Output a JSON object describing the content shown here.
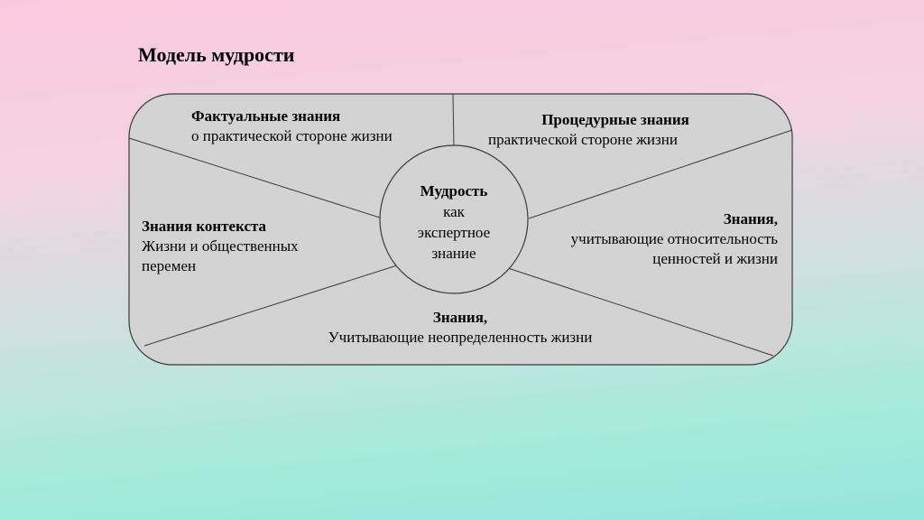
{
  "title": "Модель мудрости",
  "center": {
    "line1": "Мудрость",
    "line2": "как",
    "line3": "экспертное",
    "line4": "знание"
  },
  "sectors": {
    "factual": {
      "heading": "Фактуальные знания",
      "text": "о практической стороне жизни"
    },
    "procedural": {
      "heading": "Процедурные знания",
      "text": "практической стороне жизни"
    },
    "context": {
      "heading": "Знания контекста",
      "line1": "Жизни и общественных",
      "line2": "перемен"
    },
    "relativism": {
      "heading": "Знания,",
      "line1": "учитывающие относительность",
      "line2": "ценностей и жизни"
    },
    "uncertainty": {
      "heading": "Знания,",
      "text": "Учитывающие неопределенность жизни"
    }
  },
  "colors": {
    "panel_fill": "#d3d3d3",
    "outline": "#3a3a3a"
  }
}
